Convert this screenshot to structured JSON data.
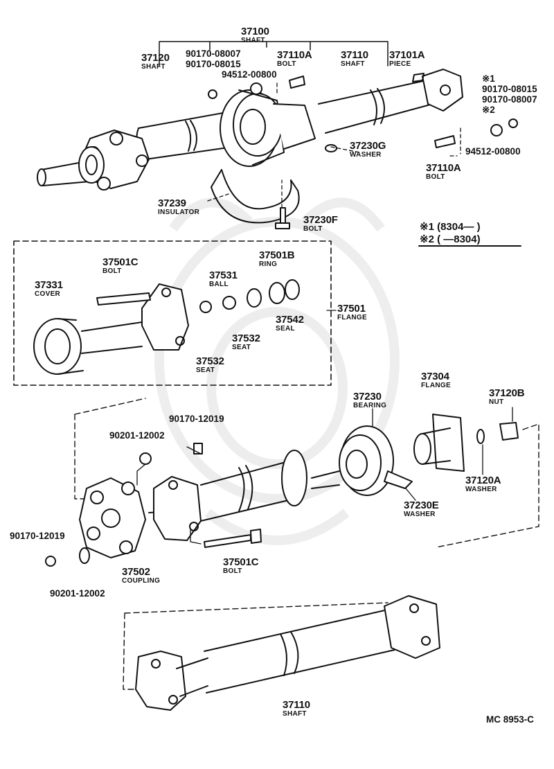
{
  "footer_code": "MC  8953-C",
  "legend": {
    "line1": "※1 (8304—        )",
    "line2": "※2 (         —8304)"
  },
  "labels": {
    "l37100": {
      "num": "37100",
      "name": "SHAFT"
    },
    "l37120": {
      "num": "37120",
      "name": "SHAFT"
    },
    "l90170a": {
      "num": "90170-08007"
    },
    "l90170b": {
      "num": "90170-08015"
    },
    "l94512a": {
      "num": "94512-00800"
    },
    "l37110A_top": {
      "num": "37110A",
      "name": "BOLT"
    },
    "l37110_top": {
      "num": "37110",
      "name": "SHAFT"
    },
    "l37101A": {
      "num": "37101A",
      "name": "PIECE"
    },
    "l_mark1": {
      "num": "※1"
    },
    "l90170c": {
      "num": "90170-08015"
    },
    "l90170d": {
      "num": "90170-08007"
    },
    "l_mark2": {
      "num": "※2"
    },
    "l94512b": {
      "num": "94512-00800"
    },
    "l37230G": {
      "num": "37230G",
      "name": "WASHER"
    },
    "l37110A_right": {
      "num": "37110A",
      "name": "BOLT"
    },
    "l37239": {
      "num": "37239",
      "name": "INSULATOR"
    },
    "l37230F": {
      "num": "37230F",
      "name": "BOLT"
    },
    "l37501C_top": {
      "num": "37501C",
      "name": "BOLT"
    },
    "l37331": {
      "num": "37331",
      "name": "COVER"
    },
    "l37531": {
      "num": "37531",
      "name": "BALL"
    },
    "l37501B": {
      "num": "37501B",
      "name": "RING"
    },
    "l37501": {
      "num": "37501",
      "name": "FLANGE"
    },
    "l37542": {
      "num": "37542",
      "name": "SEAL"
    },
    "l37532a": {
      "num": "37532",
      "name": "SEAT"
    },
    "l37532b": {
      "num": "37532",
      "name": "SEAT"
    },
    "l37304": {
      "num": "37304",
      "name": "FLANGE"
    },
    "l37230": {
      "num": "37230",
      "name": "BEARING"
    },
    "l37120B": {
      "num": "37120B",
      "name": "NUT"
    },
    "l90170e": {
      "num": "90170-12019"
    },
    "l90201a": {
      "num": "90201-12002"
    },
    "l37120A": {
      "num": "37120A",
      "name": "WASHER"
    },
    "l37230E": {
      "num": "37230E",
      "name": "WASHER"
    },
    "l90170f": {
      "num": "90170-12019"
    },
    "l37502": {
      "num": "37502",
      "name": "COUPLING"
    },
    "l37501C_bot": {
      "num": "37501C",
      "name": "BOLT"
    },
    "l90201b": {
      "num": "90201-12002"
    },
    "l37110_bot": {
      "num": "37110",
      "name": "SHAFT"
    }
  }
}
